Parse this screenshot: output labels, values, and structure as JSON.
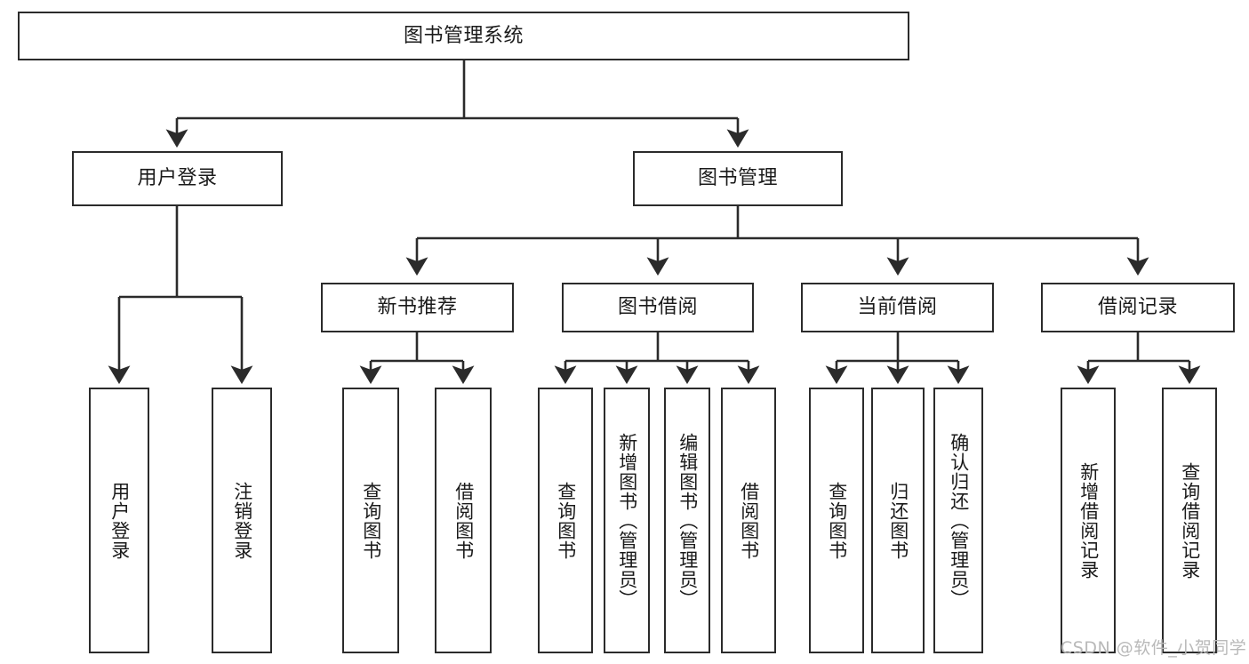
{
  "diagram": {
    "title": "图书管理系统",
    "watermark": "CSDN @软件_小贺同学",
    "style": {
      "box_border_color": "#2b2b2b",
      "box_fill_color": "#ffffff",
      "line_color": "#2b2b2b",
      "text_color": "#1a1a1a",
      "watermark_color": "#b9b9b9",
      "background_color": "#ffffff"
    },
    "nodes": {
      "root": {
        "label": "图书管理系统"
      },
      "level1": [
        {
          "label": "用户登录"
        },
        {
          "label": "图书管理"
        }
      ],
      "level2": [
        {
          "label": "新书推荐"
        },
        {
          "label": "图书借阅"
        },
        {
          "label": "当前借阅"
        },
        {
          "label": "借阅记录"
        }
      ],
      "leaves": {
        "user_login": [
          {
            "label": "用户登录"
          },
          {
            "label": "注销登录"
          }
        ],
        "new_book_recommend": [
          {
            "label": "查询图书"
          },
          {
            "label": "借阅图书"
          }
        ],
        "book_borrow": [
          {
            "label": "查询图书"
          },
          {
            "label": "新增图书（管理员）"
          },
          {
            "label": "编辑图书（管理员）"
          },
          {
            "label": "借阅图书"
          }
        ],
        "current_borrow": [
          {
            "label": "查询图书"
          },
          {
            "label": "归还图书"
          },
          {
            "label": "确认归还（管理员）"
          }
        ],
        "borrow_record": [
          {
            "label": "新增借阅记录"
          },
          {
            "label": "查询借阅记录"
          }
        ]
      }
    }
  }
}
